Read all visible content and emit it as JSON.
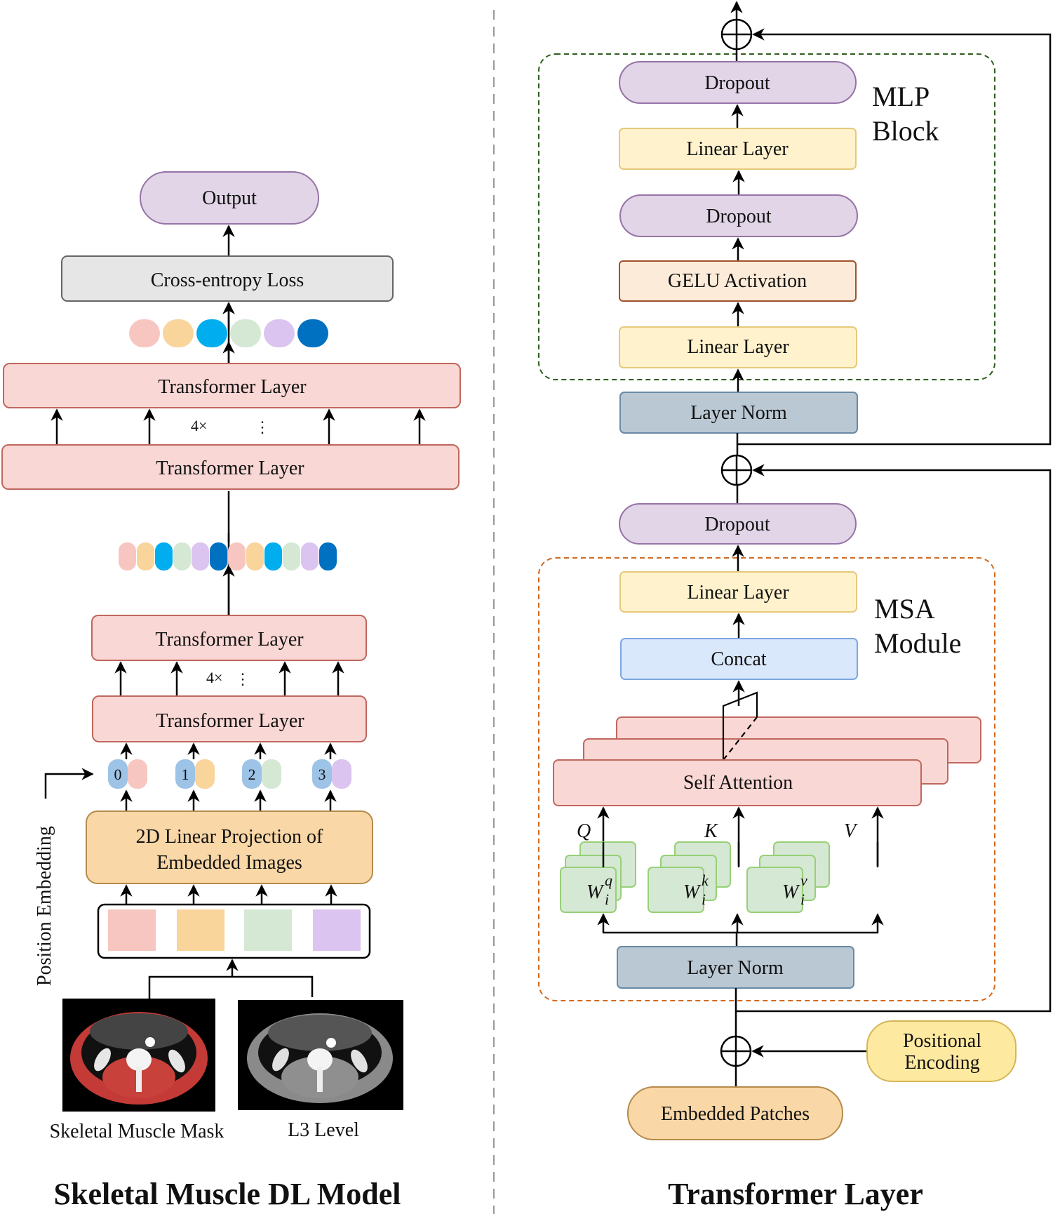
{
  "left_panel": {
    "title": "Skeletal Muscle DL Model",
    "output_label": "Output",
    "loss_label": "Cross-entropy Loss",
    "transformer_layer_label": "Transformer Layer",
    "repeat_label_1": "4×",
    "repeat_label_2": "4×",
    "ellipsis": "⋮",
    "projection_label_line1": "2D Linear Projection of",
    "projection_label_line2": "Embedded Images",
    "position_embedding_label": "Position Embedding",
    "position_indices": [
      "0",
      "1",
      "2",
      "3"
    ],
    "image_captions": [
      "Skeletal Muscle Mask",
      "L3 Level"
    ],
    "token_colors": [
      "#f8c6c1",
      "#f9d49b",
      "#00aeef",
      "#d5e8d4",
      "#dcc4f0",
      "#0070c0"
    ],
    "patch_colors": [
      "#f8c6c1",
      "#f9d49b",
      "#d5e8d4",
      "#dcc4f0"
    ],
    "position_color": "#9dc3e6"
  },
  "right_panel": {
    "title": "Transformer Layer",
    "mlp_block_label_line1": "MLP",
    "mlp_block_label_line2": "Block",
    "msa_module_label_line1": "MSA",
    "msa_module_label_line2": "Module",
    "dropout_label": "Dropout",
    "linear_layer_label": "Linear Layer",
    "gelu_label": "GELU Activation",
    "layer_norm_label": "Layer Norm",
    "concat_label": "Concat",
    "self_attention_label": "Self Attention",
    "q_label": "Q",
    "k_label": "K",
    "v_label": "V",
    "wq_base": "W",
    "wq_sub": "i",
    "wq_sup": "q",
    "wk_base": "W",
    "wk_sub": "i",
    "wk_sup": "k",
    "wv_base": "W",
    "wv_sub": "i",
    "wv_sup": "v",
    "positional_encoding_line1": "Positional",
    "positional_encoding_line2": "Encoding",
    "embedded_patches_label": "Embedded Patches",
    "plus_symbol": "⊕"
  },
  "colors": {
    "transformer_fill": "#f9d7d4",
    "transformer_stroke": "#c0675e",
    "output_fill": "#e1d5e7",
    "output_stroke": "#9673a6",
    "loss_fill": "#e6e6e6",
    "loss_stroke": "#666666",
    "projection_fill": "#f9d7a6",
    "projection_stroke": "#b58a4a",
    "linear_fill": "#fff2cc",
    "linear_stroke": "#e6c97a",
    "gelu_fill": "#fdebd9",
    "gelu_stroke": "#a0522d",
    "layernorm_fill": "#bac8d3",
    "layernorm_stroke": "#6a8aa6",
    "concat_fill": "#dae8fc",
    "concat_stroke": "#7ea6e0",
    "w_fill": "#d5e8d4",
    "w_stroke": "#97d077",
    "posenc_fill": "#fde9a0",
    "posenc_stroke": "#d6b656",
    "embedded_fill": "#f9d7a6",
    "embedded_stroke": "#b58a4a",
    "mlp_dash": "#2e5e1e",
    "msa_dash": "#d2691e"
  }
}
